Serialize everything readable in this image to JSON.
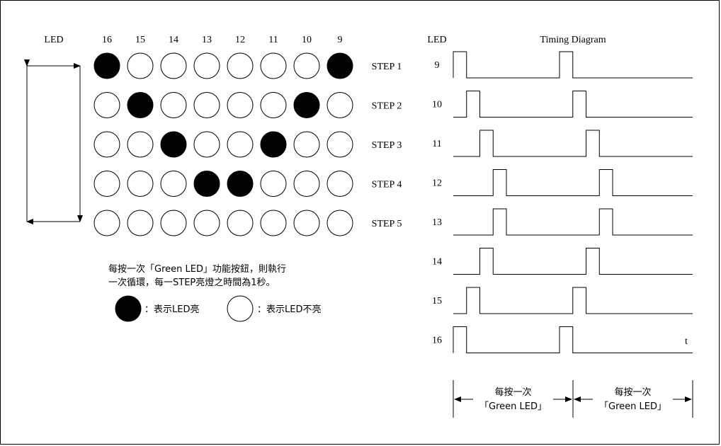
{
  "matrix": {
    "led_header": "LED",
    "column_labels": [
      "16",
      "15",
      "14",
      "13",
      "12",
      "11",
      "10",
      "9"
    ],
    "steps": [
      {
        "label": "STEP 1",
        "on": [
          true,
          false,
          false,
          false,
          false,
          false,
          false,
          true
        ]
      },
      {
        "label": "STEP 2",
        "on": [
          false,
          true,
          false,
          false,
          false,
          false,
          true,
          false
        ]
      },
      {
        "label": "STEP 3",
        "on": [
          false,
          false,
          true,
          false,
          false,
          true,
          false,
          false
        ]
      },
      {
        "label": "STEP 4",
        "on": [
          false,
          false,
          false,
          true,
          true,
          false,
          false,
          false
        ]
      },
      {
        "label": "STEP 5",
        "on": [
          false,
          false,
          false,
          false,
          false,
          false,
          false,
          false
        ]
      }
    ]
  },
  "description": {
    "line1": "每按一次「Green LED」功能按鈕，則執行",
    "line2": "一次循環，每一STEP亮燈之時間為1秒。"
  },
  "legend": {
    "on_label": "：表示LED亮",
    "off_label": "：表示LED不亮"
  },
  "timing": {
    "led_header": "LED",
    "title": "Timing Diagram",
    "time_label": "t",
    "rows": [
      {
        "led": "9",
        "pulses": [
          [
            0,
            1
          ],
          [
            8,
            9
          ]
        ]
      },
      {
        "led": "10",
        "pulses": [
          [
            1,
            2
          ],
          [
            9,
            10
          ]
        ]
      },
      {
        "led": "11",
        "pulses": [
          [
            2,
            3
          ],
          [
            10,
            11
          ]
        ]
      },
      {
        "led": "12",
        "pulses": [
          [
            3,
            4
          ],
          [
            11,
            12
          ]
        ]
      },
      {
        "led": "13",
        "pulses": [
          [
            3,
            4
          ],
          [
            11,
            12
          ]
        ]
      },
      {
        "led": "14",
        "pulses": [
          [
            2,
            3
          ],
          [
            10,
            11
          ]
        ]
      },
      {
        "led": "15",
        "pulses": [
          [
            1,
            2
          ],
          [
            9,
            10
          ]
        ]
      },
      {
        "led": "16",
        "pulses": [
          [
            0,
            1
          ],
          [
            8,
            9
          ]
        ]
      }
    ],
    "periods": [
      {
        "line1": "每按一次",
        "line2": "「Green LED」"
      },
      {
        "line1": "每按一次",
        "line2": "「Green LED」"
      }
    ]
  }
}
